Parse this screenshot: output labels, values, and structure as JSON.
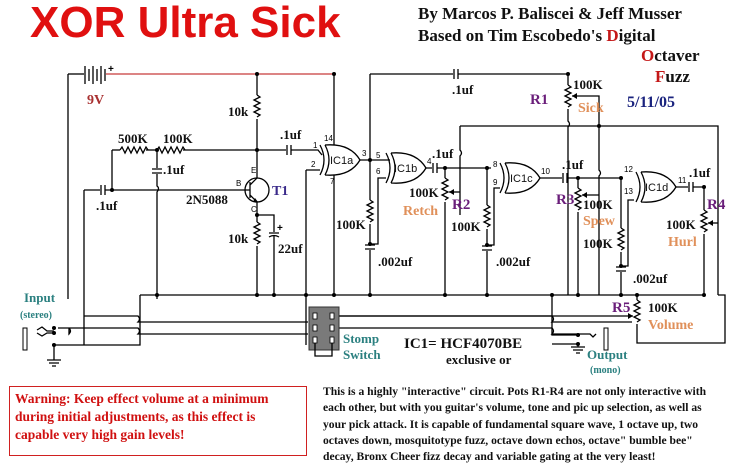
{
  "header": {
    "title": "XOR Ultra Sick",
    "credit_line1": "By Marcos P. Baliscei & Jeff Musser",
    "credit_line2_prefix": "Based on Tim Escobedo's ",
    "acronym": [
      {
        "initial": "D",
        "rest": "igital"
      },
      {
        "initial": "O",
        "rest": "ctaver"
      },
      {
        "initial": "F",
        "rest": "uzz"
      }
    ],
    "date": "5/11/05"
  },
  "colors": {
    "title": "#e01010",
    "acronym_initial": "#c41818",
    "date": "#1a237e",
    "pot_ref": "#6a1e7a",
    "pot_name": "#e0905a",
    "jack_label": "#2b8080",
    "warning": "#d01010",
    "supply_wire": "#c83a3a"
  },
  "power": {
    "label": "9V"
  },
  "components": {
    "r_bias1": "500K",
    "r_bias2": "100K",
    "c_bias": ".1uf",
    "c_in": ".1uf",
    "r_emitter_top": "10k",
    "r_collector": "10k",
    "c_22": "22uf",
    "transistor_part": "2N5088",
    "transistor_ref": "T1",
    "pin_e": "E",
    "pin_b": "B",
    "pin_c": "C",
    "c_t1_out": ".1uf",
    "c_feedback": ".1uf",
    "c_ic1b_out": ".1uf",
    "c_ic1c_out": ".1uf",
    "c_ic1d_out": ".1uf",
    "r_ic1b": "100K",
    "c_ic1b": ".002uf",
    "r_ic1c": "100K",
    "c_ic1c": ".002uf",
    "r_ic1d": "100K",
    "c_ic1d": ".002uf"
  },
  "gates": [
    {
      "name": "IC1a",
      "pins": [
        "1",
        "2",
        "3",
        "14",
        "7"
      ]
    },
    {
      "name": "IC1b",
      "pins": [
        "5",
        "6",
        "4"
      ]
    },
    {
      "name": "IC1c",
      "pins": [
        "8",
        "9",
        "10"
      ]
    },
    {
      "name": "IC1d",
      "pins": [
        "12",
        "13",
        "11"
      ]
    }
  ],
  "pots": [
    {
      "ref": "R1",
      "value": "100K",
      "name": "Sick"
    },
    {
      "ref": "R2",
      "value": "100K",
      "name": "Retch"
    },
    {
      "ref": "R3",
      "value": "100K",
      "name": "Spew"
    },
    {
      "ref": "R4",
      "value": "100K",
      "name": "Hurl"
    },
    {
      "ref": "R5",
      "value": "100K",
      "name": "Volume"
    }
  ],
  "jacks": {
    "input": {
      "label": "Input",
      "sub": "(stereo)"
    },
    "output": {
      "label": "Output",
      "sub": "(mono)"
    }
  },
  "switch": {
    "label_line1": "Stomp",
    "label_line2": "Switch"
  },
  "ic_note": {
    "line1": "IC1= HCF4070BE",
    "line2": "exclusive or"
  },
  "warning": "Warning: Keep effect volume at a minimum during initial adjustments, as this effect is capable very high gain levels!",
  "description": "This is a highly \"interactive\" circuit. Pots R1-R4 are not only interactive with each other, but with you guitar's volume, tone and pic up selection, as well as your pick attack. It is capable of fundamental square wave, 1 octave up, two octaves down, mosquitotype fuzz, octave down echos, octave\" bumble bee\" decay, Bronx Cheer fizz decay and variable gating at the very least!"
}
